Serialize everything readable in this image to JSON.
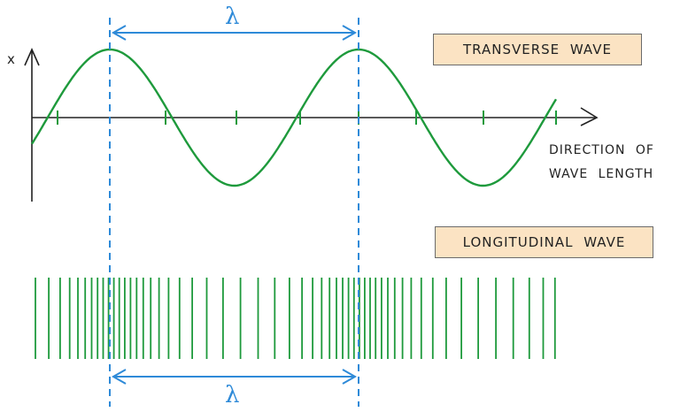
{
  "labels": {
    "transverse": "TRANSVERSE WAVE",
    "longitudinal": "LONGITUDINAL WAVE",
    "direction_line1": "DIRECTION OF",
    "direction_line2": "WAVE LENGTH",
    "x_axis": "x",
    "wavelength_symbol": "λ"
  },
  "colors": {
    "wave": "#1e9a3c",
    "axis": "#222222",
    "wavelength_marker": "#2e8ad8",
    "label_fill": "#fbe3c3"
  },
  "transverse_wave": {
    "cycles_shown": 2,
    "wavelength_marks": 2
  },
  "longitudinal_wave": {
    "compressions": 2,
    "rarefactions": 2
  }
}
